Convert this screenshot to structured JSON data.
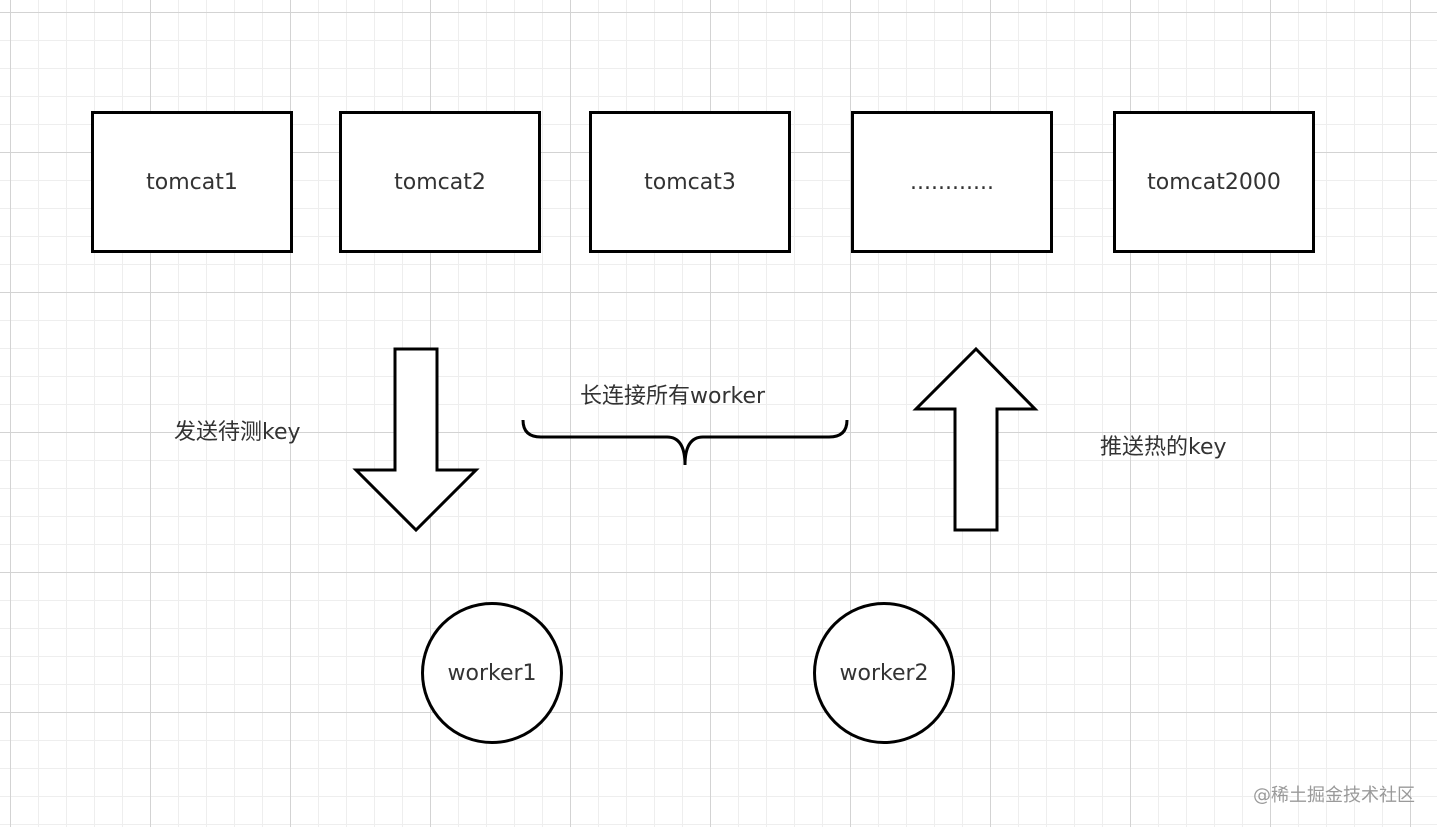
{
  "boxes": [
    {
      "label": "tomcat1"
    },
    {
      "label": "tomcat2"
    },
    {
      "label": "tomcat3"
    },
    {
      "label": "............"
    },
    {
      "label": "tomcat2000"
    }
  ],
  "workers": [
    {
      "label": "worker1"
    },
    {
      "label": "worker2"
    }
  ],
  "labels": {
    "send": "发送待测key",
    "long_connect": "长连接所有worker",
    "push": "推送热的key"
  },
  "watermark": "@稀土掘金技术社区",
  "colors": {
    "stroke": "#000000",
    "text": "#333333",
    "grid_major": "#d3d3d3",
    "grid_minor": "#eeeeee",
    "watermark": "#9a9a9a"
  }
}
